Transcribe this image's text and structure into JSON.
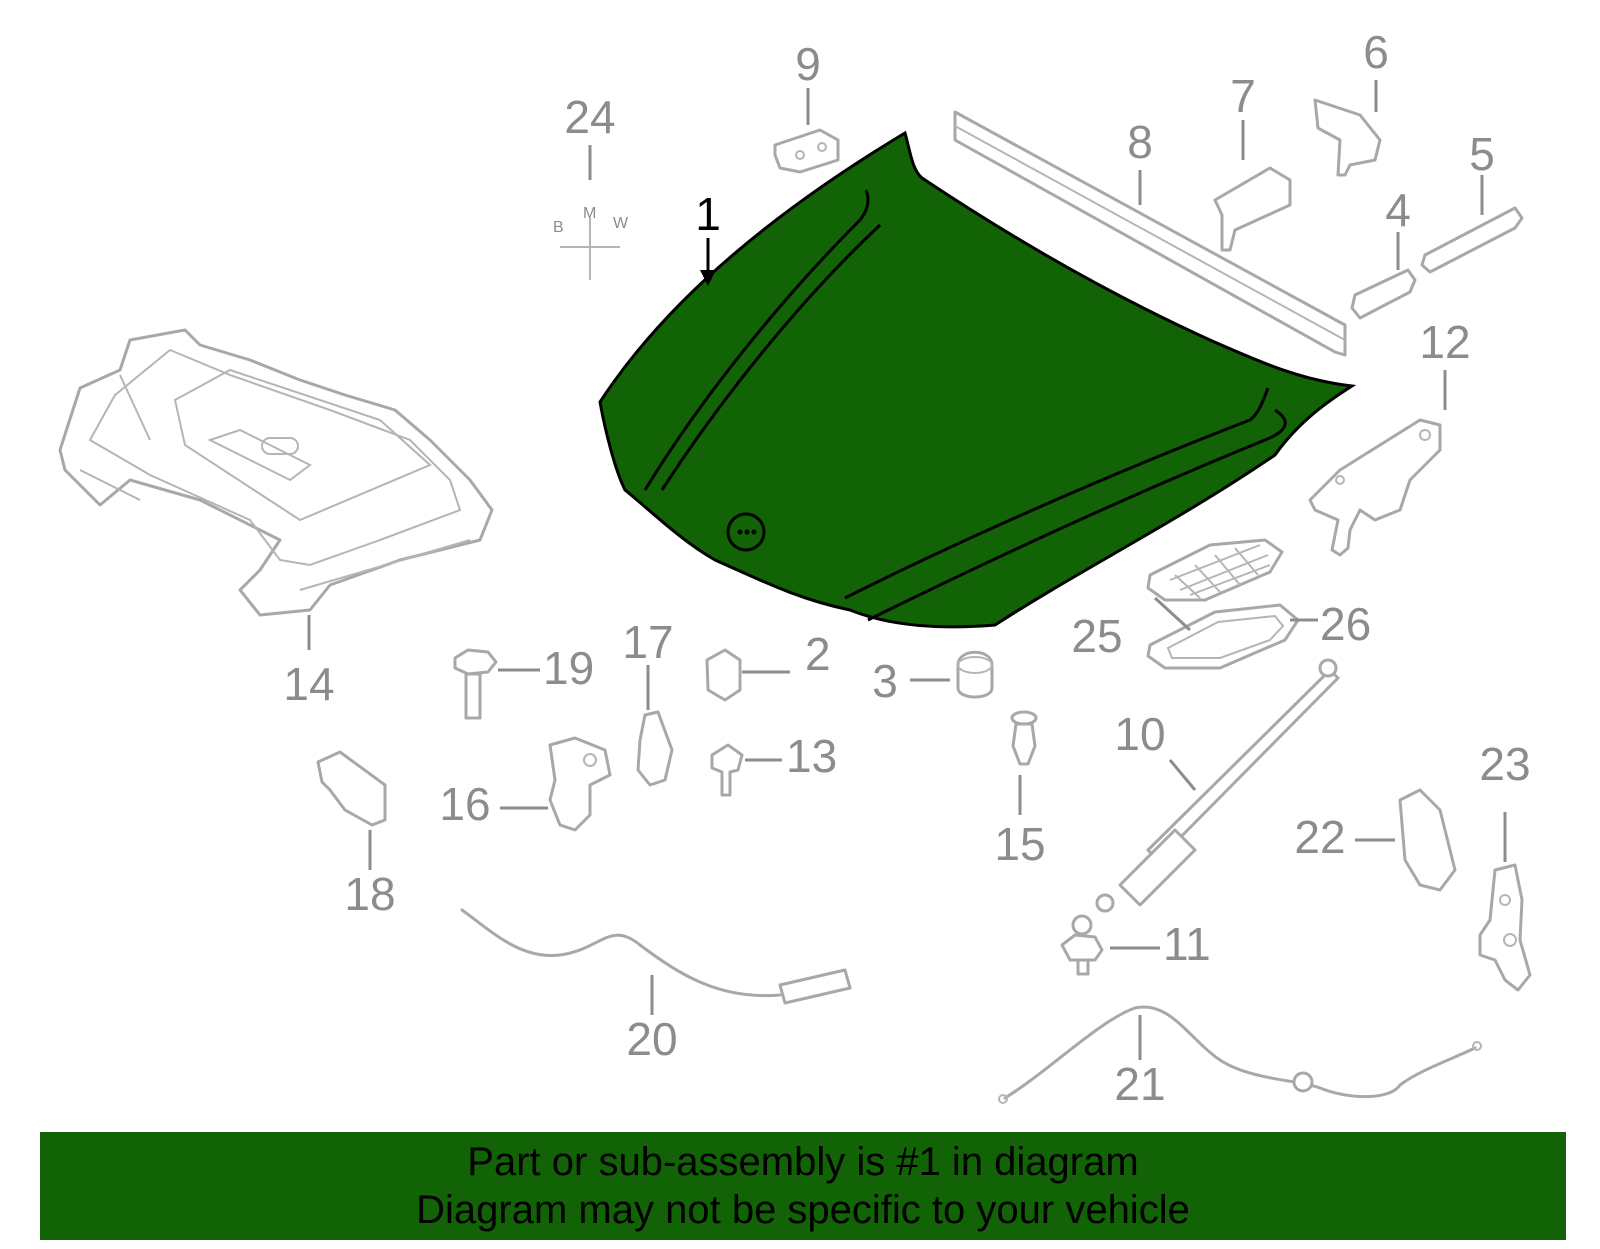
{
  "diagram": {
    "highlight_color": "#126305",
    "line_color": "#a8a8a8",
    "label_color": "#8c8c8c",
    "callouts": [
      {
        "id": "1",
        "text": "1",
        "highlighted": true
      },
      {
        "id": "2",
        "text": "2"
      },
      {
        "id": "3",
        "text": "3"
      },
      {
        "id": "4",
        "text": "4"
      },
      {
        "id": "5",
        "text": "5"
      },
      {
        "id": "6",
        "text": "6"
      },
      {
        "id": "7",
        "text": "7"
      },
      {
        "id": "8",
        "text": "8"
      },
      {
        "id": "9",
        "text": "9"
      },
      {
        "id": "10",
        "text": "10"
      },
      {
        "id": "11",
        "text": "11"
      },
      {
        "id": "12",
        "text": "12"
      },
      {
        "id": "13",
        "text": "13"
      },
      {
        "id": "14",
        "text": "14"
      },
      {
        "id": "15",
        "text": "15"
      },
      {
        "id": "16",
        "text": "16"
      },
      {
        "id": "17",
        "text": "17"
      },
      {
        "id": "18",
        "text": "18"
      },
      {
        "id": "19",
        "text": "19"
      },
      {
        "id": "20",
        "text": "20"
      },
      {
        "id": "21",
        "text": "21"
      },
      {
        "id": "22",
        "text": "22"
      },
      {
        "id": "23",
        "text": "23"
      },
      {
        "id": "24",
        "text": "24"
      },
      {
        "id": "25",
        "text": "25"
      },
      {
        "id": "26",
        "text": "26"
      }
    ],
    "emblem_letters": {
      "b": "B",
      "m": "M",
      "w": "W"
    }
  },
  "banner": {
    "line1": "Part or sub-assembly is #1 in diagram",
    "line2": "Diagram may not be specific to your vehicle"
  }
}
